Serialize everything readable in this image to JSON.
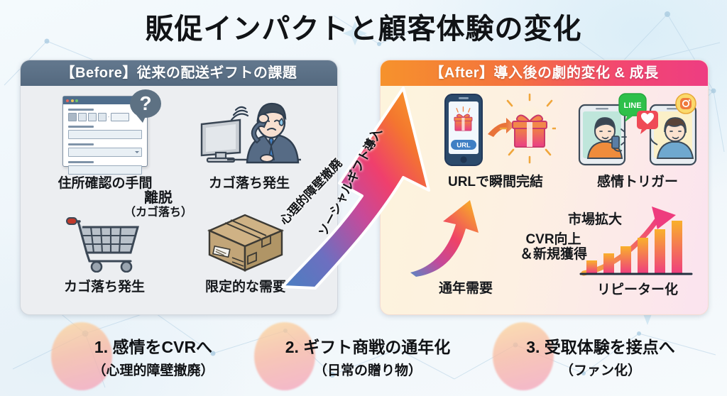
{
  "title": "販促インパクトと顧客体験の変化",
  "before": {
    "header": "【Before】従来の配送ギフトの課題",
    "items": [
      {
        "label": "住所確認の手間",
        "icon": "browser-form-question-icon"
      },
      {
        "label": "カゴ落ち発生",
        "icon": "frustrated-man-computer-icon"
      },
      {
        "label": "カゴ落ち発生",
        "icon": "shopping-cart-icon"
      },
      {
        "label": "限定的な需要",
        "icon": "cardboard-box-icon"
      }
    ],
    "leak": {
      "main": "離脱",
      "sub": "（カゴ落ち）"
    },
    "form": {
      "question_mark": "?"
    }
  },
  "arrow": {
    "label_outer": "心理的障壁撤廃",
    "label_inner": "ソーシャルギフト導入"
  },
  "after": {
    "header": "【After】導入後の劇的変化 & 成長",
    "items": [
      {
        "label": "URLで瞬間完結",
        "icon": "phone-gift-icon"
      },
      {
        "label": "感情トリガー",
        "icon": "social-share-phones-icon"
      },
      {
        "label": "通年需要",
        "icon": "rising-arrow-icon"
      },
      {
        "label": "リピーター化",
        "icon": "bar-chart-growth-icon"
      }
    ],
    "phone_badge": "URL",
    "line_badge": "LINE",
    "cvr_note_1": "CVR向上",
    "cvr_note_2": "＆新規獲得",
    "market_note": "市場拡大"
  },
  "kpis": [
    {
      "main": "1. 感情をCVRへ",
      "sub": "（心理的障壁撤廃）"
    },
    {
      "main": "2. ギフト商戦の通年化",
      "sub": "（日常の贈り物）"
    },
    {
      "main": "3. 受取体験を接点へ",
      "sub": "（ファン化）"
    }
  ],
  "colors": {
    "before_header": "#5a6f85",
    "after_header_start": "#f6922c",
    "after_header_end": "#ee3d82",
    "accent_orange": "#f5902a",
    "accent_pink": "#ef3f7d",
    "accent_blue": "#4a7fc1"
  }
}
